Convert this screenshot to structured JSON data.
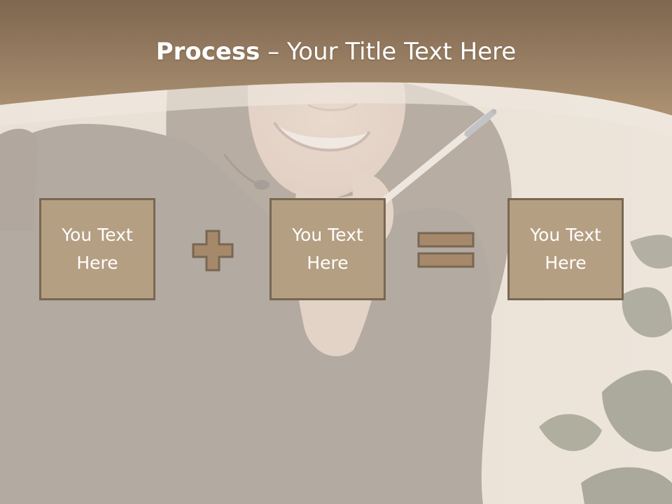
{
  "slide": {
    "title_bold": "Process",
    "title_rest": " – Your Title Text Here",
    "colors": {
      "header_band": "#9c7e5c",
      "box_fill": "#b59f82",
      "box_border": "#786752",
      "operator_fill": "#a6896a",
      "text": "#ffffff"
    }
  },
  "process": {
    "boxes": [
      {
        "line1": "You Text",
        "line2": "Here"
      },
      {
        "line1": "You Text",
        "line2": "Here"
      },
      {
        "line1": "You Text",
        "line2": "Here"
      }
    ],
    "operators": [
      "plus-icon",
      "equals-icon"
    ]
  }
}
